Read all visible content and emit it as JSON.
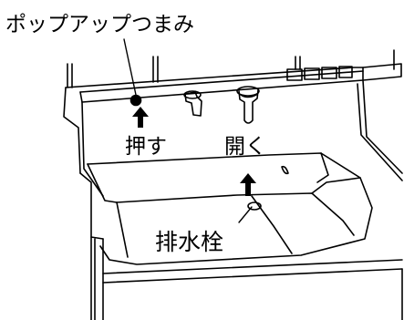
{
  "labels": {
    "popup_knob": "ポップアップつまみ",
    "push": "押す",
    "open": "開く",
    "drain_plug": "排水栓"
  }
}
